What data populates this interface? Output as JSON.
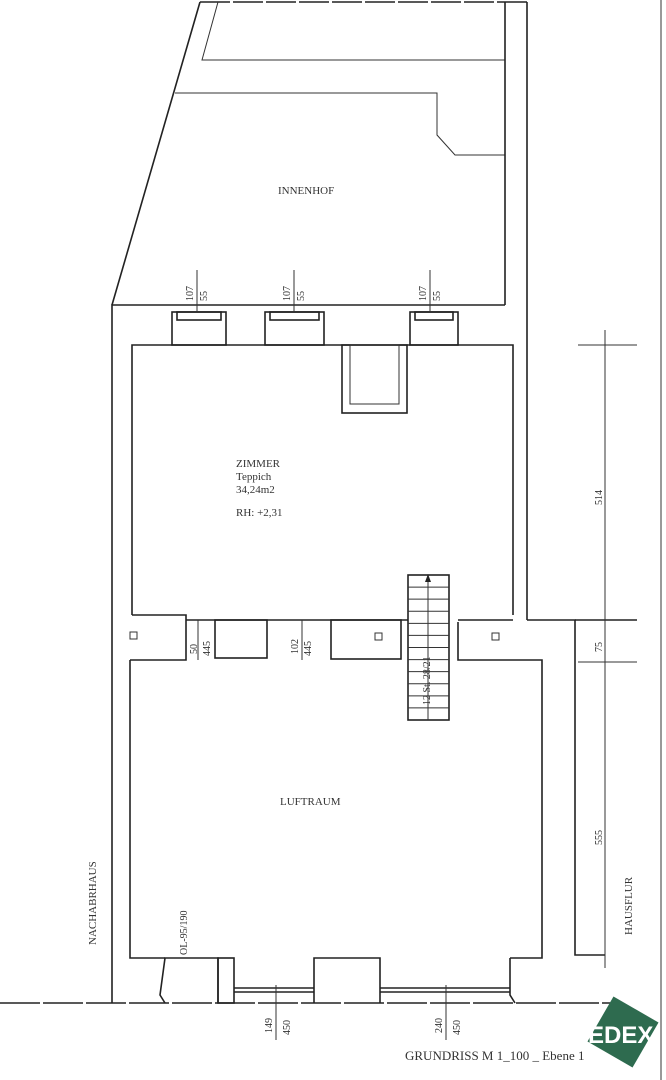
{
  "rooms": {
    "innenhof": "INNENHOF",
    "zimmer": {
      "name": "ZIMMER",
      "floor": "Teppich",
      "area": "34,24m2",
      "height": "RH: +2,31"
    },
    "luftraum": "LUFTRAUM",
    "nachbarhaus": "NACHABRHAUS",
    "hausflur": "HAUSFLUR"
  },
  "windows_top": [
    {
      "width": "107",
      "height": "55"
    },
    {
      "width": "107",
      "height": "55"
    },
    {
      "width": "107",
      "height": "55"
    }
  ],
  "openings_mid": [
    {
      "width": "50",
      "height": "445"
    },
    {
      "width": "102",
      "height": "445"
    }
  ],
  "stair": "12 St. 28/21",
  "side_dims": [
    "514",
    "75",
    "555"
  ],
  "skylight": "OL-95/190",
  "windows_bottom": [
    {
      "width": "149",
      "height": "450"
    },
    {
      "width": "240",
      "height": "450"
    }
  ],
  "title": "GRUNDRISS M 1_100 _ Ebene 1",
  "logo": "EDEX",
  "logo_color": "#2e6b4f"
}
